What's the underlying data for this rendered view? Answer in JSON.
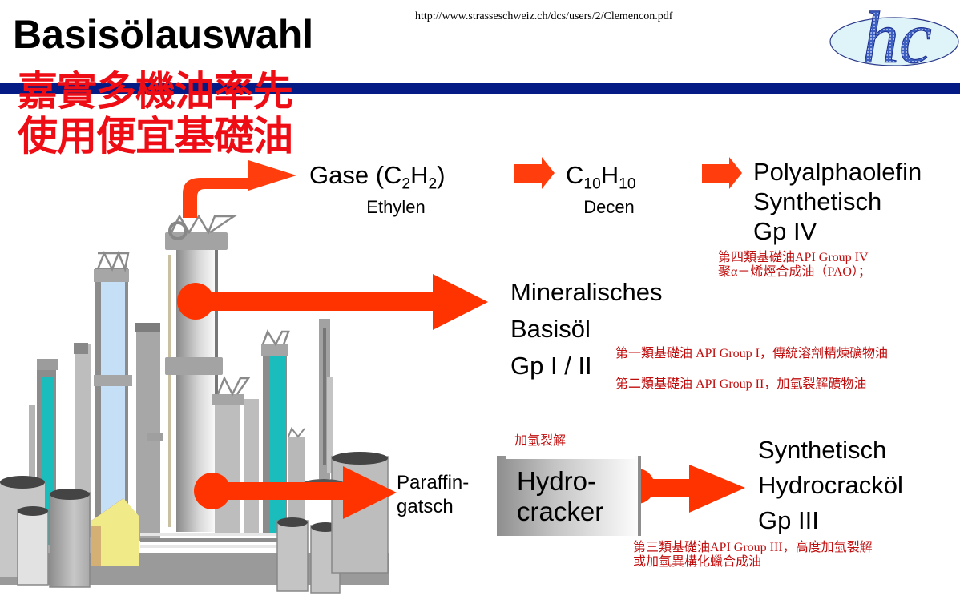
{
  "header": {
    "title": "Basisölauswahl",
    "source_url": "http://www.strasseschweiz.ch/dcs/users/2/Clemencon.pdf",
    "logo_text": "hc",
    "zh_headline": [
      "嘉實多機油率先",
      "使用便宜基礎油"
    ]
  },
  "colors": {
    "title_red": "#ee0d14",
    "bar_blue": "#041a85",
    "arrow_orange": "#ff3300",
    "note_red": "#c00d0d"
  },
  "flow": {
    "gas": {
      "label_prefix": "Gase (C",
      "sub1": "2",
      "mid": "H",
      "sub2": "2",
      "suffix": ")",
      "name": "Ethylen"
    },
    "decen": {
      "c": "C",
      "sub1": "10",
      "h": "H",
      "sub2": "10",
      "name": "Decen"
    },
    "pao": {
      "lines": [
        "Polyalphaolefin",
        "Synthetisch",
        "Gp IV"
      ],
      "note": [
        "第四類基礎油API Group IV",
        "聚α－烯烴合成油（PAO）；"
      ]
    },
    "mineral": {
      "lines": [
        "Mineralisches",
        "Basisöl",
        "Gp I / II"
      ],
      "notes": [
        "第一類基礎油 API Group I，傳統溶劑精煉礦物油",
        "第二類基礎油 API Group II，加氫裂解礦物油"
      ]
    },
    "paraffin": {
      "lines": [
        "Paraffin-",
        "gatsch"
      ]
    },
    "hydrocracker": {
      "lines": [
        "Hydro-",
        "cracker"
      ],
      "note": "加氫裂解"
    },
    "gp3": {
      "lines": [
        "Synthetisch",
        "Hydrocracköl",
        "Gp III"
      ],
      "note": [
        "第三類基礎油API Group III，高度加氫裂解",
        "或加氫異構化蠟合成油"
      ]
    }
  },
  "icons": {
    "logo": "hc-logo-icon",
    "refinery": "refinery-illustration",
    "arrow": "arrow-right-icon"
  }
}
